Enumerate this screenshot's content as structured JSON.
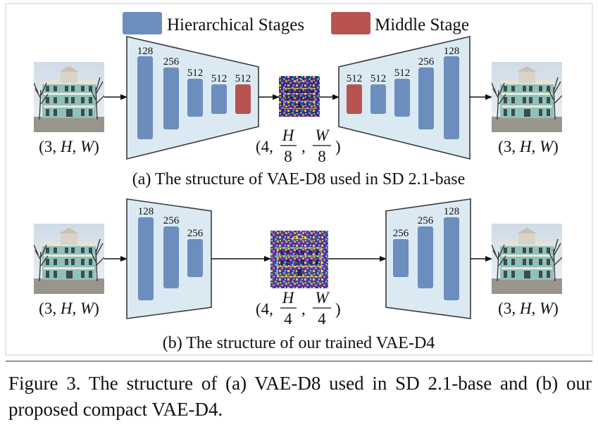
{
  "legend": {
    "hierarchical": {
      "label": "Hierarchical Stages",
      "color": "#6c8ebf"
    },
    "middle": {
      "label": "Middle Stage",
      "color": "#b85450"
    }
  },
  "colors": {
    "trapezoid_fill": "#dbe9f3",
    "trapezoid_stroke": "#3a3a3a",
    "frame_stroke": "#cccccc"
  },
  "icons": [
    "building-photo",
    "latent-noise-image",
    "arrow-icon"
  ],
  "vae_d8": {
    "caption": "(a) The structure of VAE-D8 used in SD 2.1-base",
    "encoder_channels": [
      "128",
      "256",
      "512",
      "512",
      "512"
    ],
    "decoder_channels": [
      "512",
      "512",
      "512",
      "256",
      "128"
    ],
    "input_shape": {
      "prefix": "(3, ",
      "h": "H",
      "sep": ", ",
      "w": "W",
      "suffix": ")"
    },
    "output_shape": {
      "prefix": "(3, ",
      "h": "H",
      "sep": ", ",
      "w": "W",
      "suffix": ")"
    },
    "latent_shape": {
      "prefix": "(4, ",
      "h_num": "H",
      "h_den": "8",
      "sep": ",",
      "w_num": "W",
      "w_den": "8",
      "suffix": ")"
    }
  },
  "vae_d4": {
    "caption": "(b) The structure of our trained VAE-D4",
    "encoder_channels": [
      "128",
      "256",
      "256"
    ],
    "decoder_channels": [
      "256",
      "256",
      "128"
    ],
    "input_shape": {
      "prefix": "(3, ",
      "h": "H",
      "sep": ", ",
      "w": "W",
      "suffix": ")"
    },
    "output_shape": {
      "prefix": "(3, ",
      "h": "H",
      "sep": ", ",
      "w": "W",
      "suffix": ")"
    },
    "latent_shape": {
      "prefix": "(4, ",
      "h_num": "H",
      "h_den": "4",
      "sep": ",",
      "w_num": "W",
      "w_den": "4",
      "suffix": ")"
    }
  },
  "figure_caption": "Figure 3.  The structure of (a) VAE-D8 used in SD 2.1-base and (b) our proposed compact VAE-D4."
}
